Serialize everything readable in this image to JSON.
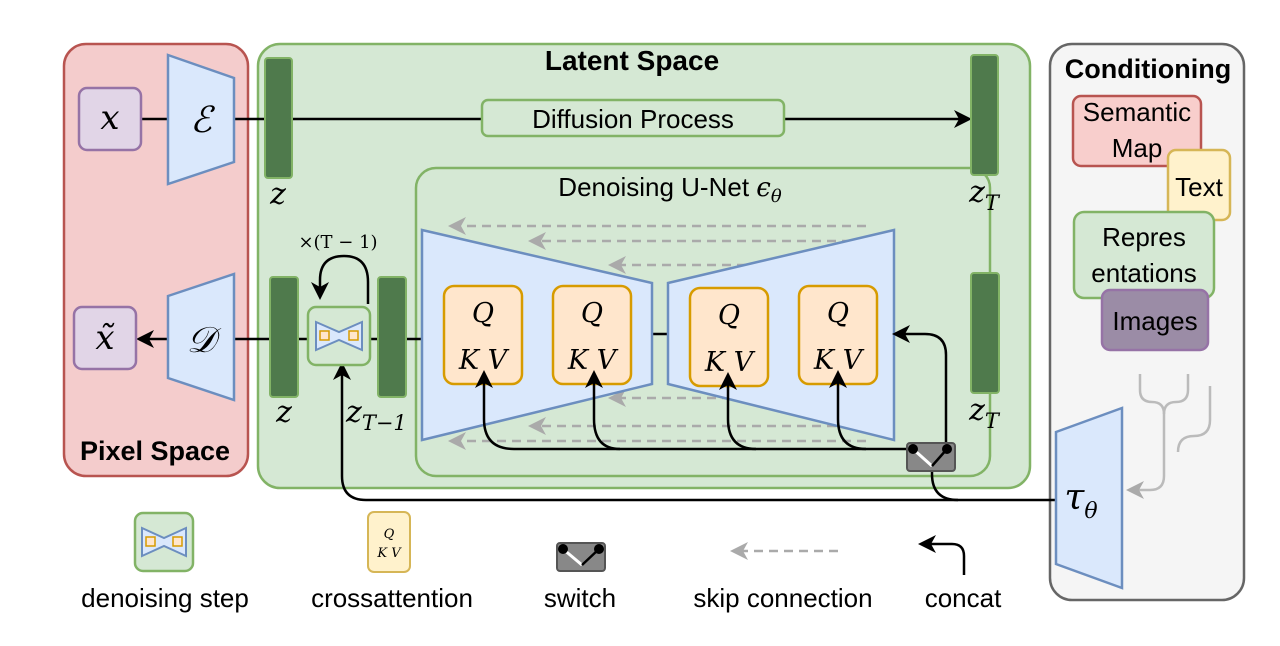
{
  "regions": {
    "pixel_space": "Pixel Space",
    "latent_space": "Latent Space",
    "conditioning": "Conditioning",
    "unet": "Denoising U-Net"
  },
  "symbols": {
    "x": "x",
    "x_tilde": "x̃",
    "encoder": "ℰ",
    "decoder": "𝒟",
    "z": "z",
    "z_T": "z",
    "sub_T": "T",
    "z_T_minus_1": "z",
    "sub_T_minus_1": "T−1",
    "epsilon_theta": "ϵ",
    "theta": "θ",
    "tau": "τ",
    "repeat": "×(T − 1)",
    "Q": "Q",
    "KV": "K V"
  },
  "process": {
    "diffusion": "Diffusion Process"
  },
  "conditioning_items": {
    "semantic_map_1": "Semantic",
    "semantic_map_2": "Map",
    "text": "Text",
    "representations_1": "Repres",
    "representations_2": "entations",
    "images": "Images"
  },
  "legend": {
    "denoising_step": "denoising step",
    "crossattention": "crossattention",
    "switch": "switch",
    "skip_connection": "skip connection",
    "concat": "concat"
  },
  "colors": {
    "pixel_fill": "#f4cccc",
    "pixel_stroke": "#b85450",
    "latent_fill": "#d5e8d4",
    "latent_stroke": "#82b366",
    "cond_fill": "#f5f5f5",
    "cond_stroke": "#666666",
    "encoder_fill": "#dae8fc",
    "encoder_stroke": "#6c8ebf",
    "latent_bar": "#4f7a4c",
    "qkv_fill": "#ffe6cc",
    "qkv_stroke": "#d79b00",
    "x_fill": "#e1d5e7",
    "x_stroke": "#9673a6",
    "semantic_fill": "#f8cecc",
    "semantic_stroke": "#b85450",
    "text_fill": "#fff2cc",
    "text_stroke": "#d6b656",
    "images_fill": "#9b8ca6",
    "switch_fill": "#888888"
  }
}
